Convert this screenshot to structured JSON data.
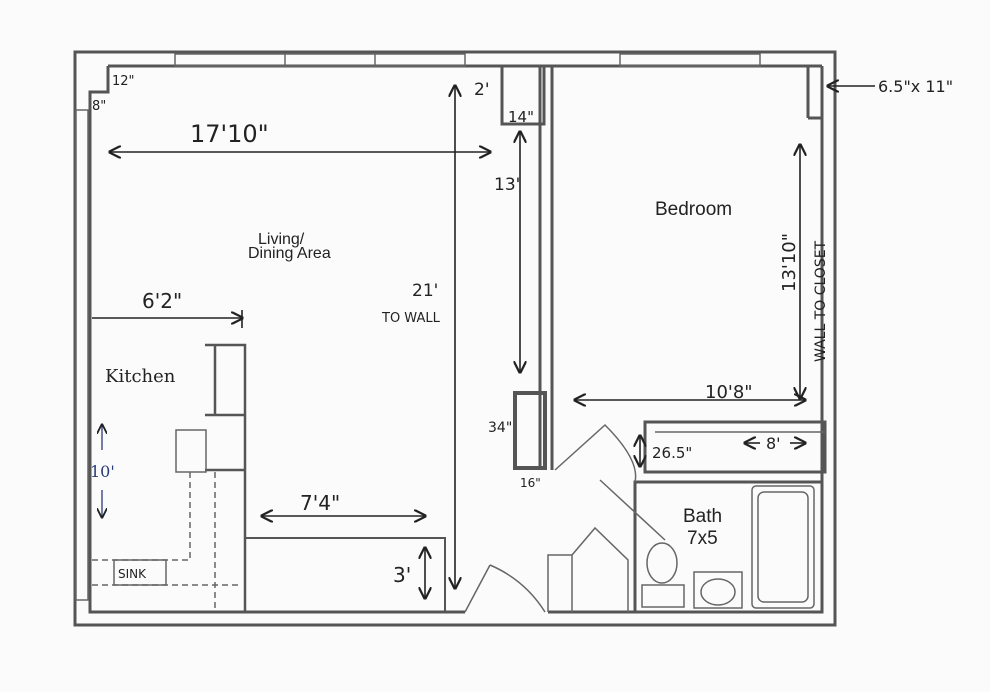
{
  "rooms": {
    "living": [
      "Living/",
      "Dining Area"
    ],
    "bedroom": "Bedroom",
    "kitchen": "Kitchen",
    "bath": [
      "Bath",
      "7x5"
    ],
    "sink": "SINK"
  },
  "dimensions": {
    "corner_w": "12\"",
    "corner_h": "8\"",
    "living_width": "17'10\"",
    "closet_w": "2'",
    "closet_d": "14\"",
    "wall_run": "13'",
    "living_length": [
      "21'",
      "TO WALL"
    ],
    "kitchen_width": "6'2\"",
    "kitchen_length": "10'",
    "counter_length": "7'4\"",
    "counter_depth": "3'",
    "post_h": "34\"",
    "post_w": "16\"",
    "bedroom_width": "10'8\"",
    "bedroom_length": "13'10\"",
    "bedroom_length_note": "WALL TO CLOSET",
    "window": "6.5\"x 11\"",
    "closet_depth": "26.5\"",
    "closet_length": "8'"
  },
  "colors": {
    "kitchen_dim": "#2a3a7a",
    "ink": "#222222",
    "wall": "#555555"
  }
}
